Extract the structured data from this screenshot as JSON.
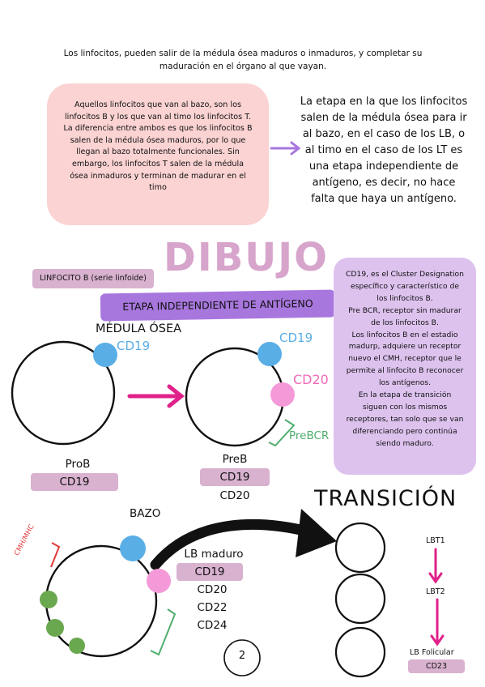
{
  "intro": {
    "line1": "Los linfocitos, pueden salir de la médula ósea maduros o inmaduros, y completar su",
    "line2": "maduración en el órgano al que vayan."
  },
  "pink_box": {
    "lines": [
      "Aquellos linfocitos que van al bazo, son los",
      "linfocitos B y los que van al timo los linfocitos T.",
      "La diferencia entre ambos es que los linfocitos B",
      "salen de la médula ósea maduros, por lo que",
      "llegan al bazo totalmente funcionales. Sin",
      "embargo, los linfocitos T salen de la médula",
      "ósea inmaduros y terminan de madurar en el",
      "timo"
    ]
  },
  "right_para": {
    "lines": [
      "La etapa en la que los linfocitos",
      "salen de la médula ósea para ir",
      "al bazo, en el caso de los LB, o",
      "al timo en el caso de los LT es",
      "una etapa independiente de",
      "antígeno, es decir, no hace",
      "falta que haya un antígeno."
    ]
  },
  "heading": "DIBUJO",
  "linfocito_tag": "LINFOCITO B (serie linfoide)",
  "banner": "ETAPA INDEPENDIENTE DE ANTÍGENO",
  "lav_box": {
    "lines": [
      "CD19, es el Cluster Designation",
      "específico y característico de",
      "los linfocitos B.",
      "Pre BCR, receptor sin madurar",
      "de los linfocitos B.",
      "Los linfocitos B en el estadio",
      "madurp, adquiere un receptor",
      "nuevo el CMH, receptor que le",
      "permite al linfocito B reconocer",
      "los antígenos.",
      "En la etapa de transición",
      "siguen con los mismos",
      "receptores, tan solo que se van",
      "diferenciando pero continúa",
      "siendo maduro."
    ]
  },
  "medula_label": "MÉDULA ÓSEA",
  "cd19_label": "CD19",
  "cd20_label": "CD20",
  "prebcr_label": "PreBCR",
  "prob": {
    "name": "ProB",
    "marker": "CD19"
  },
  "preb": {
    "name": "PreB",
    "markers": [
      "CD19",
      "CD20"
    ]
  },
  "bazo_label": "BAZO",
  "cmh_label": "CMH/MHC",
  "lb_maduro": {
    "name": "LB maduro",
    "markers": [
      "CD19",
      "CD20",
      "CD22",
      "CD24"
    ]
  },
  "transicion_label": "TRANSICIÓN",
  "lbt1": "LBT1",
  "lbt2": "LBT2",
  "lb_folicular": {
    "name": "LB Folicular",
    "marker": "CD23"
  },
  "page_number": "2",
  "colors": {
    "blue": "#5aaee6",
    "pink": "#f59ad8",
    "green": "#6aa84f",
    "magenta_arrow": "#e0218a",
    "red_bracket": "#e33a3a",
    "green_bracket": "#4fae6e"
  }
}
